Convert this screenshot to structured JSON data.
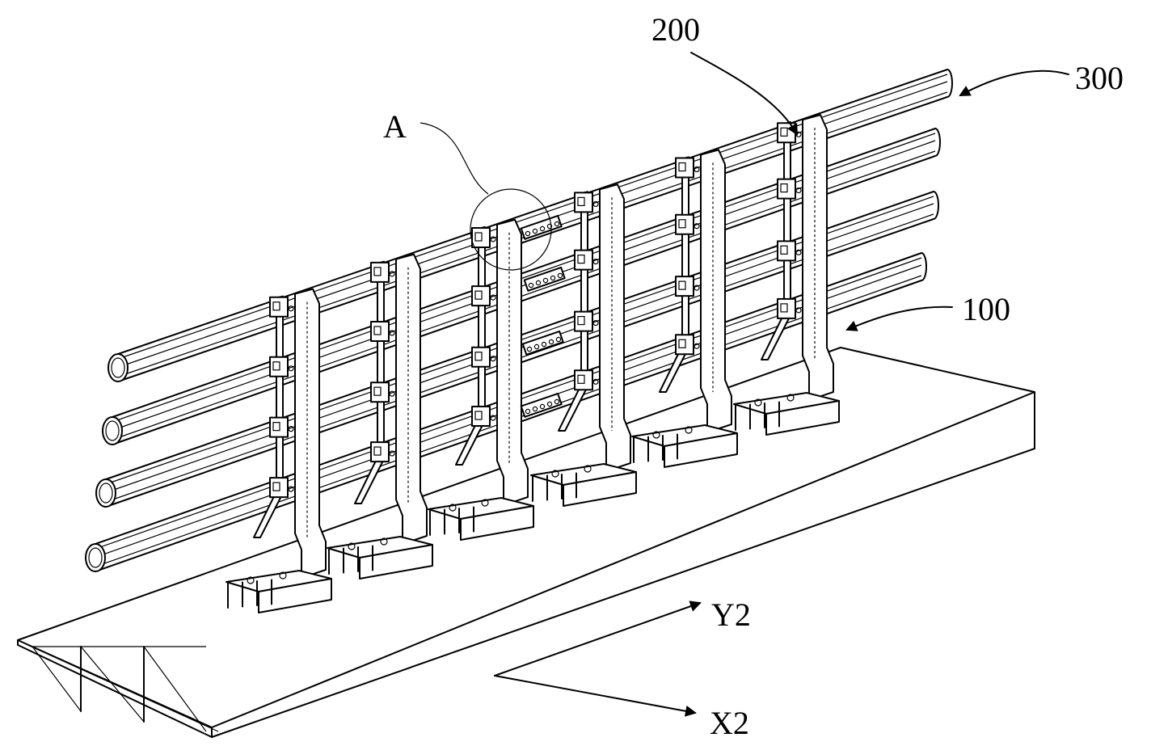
{
  "figure": {
    "labels": {
      "assembly": "300",
      "post": "200",
      "base": "100",
      "detail": "A"
    },
    "axes": {
      "y": "Y2",
      "x": "X2"
    },
    "rail_count": 4,
    "post_count": 6
  }
}
